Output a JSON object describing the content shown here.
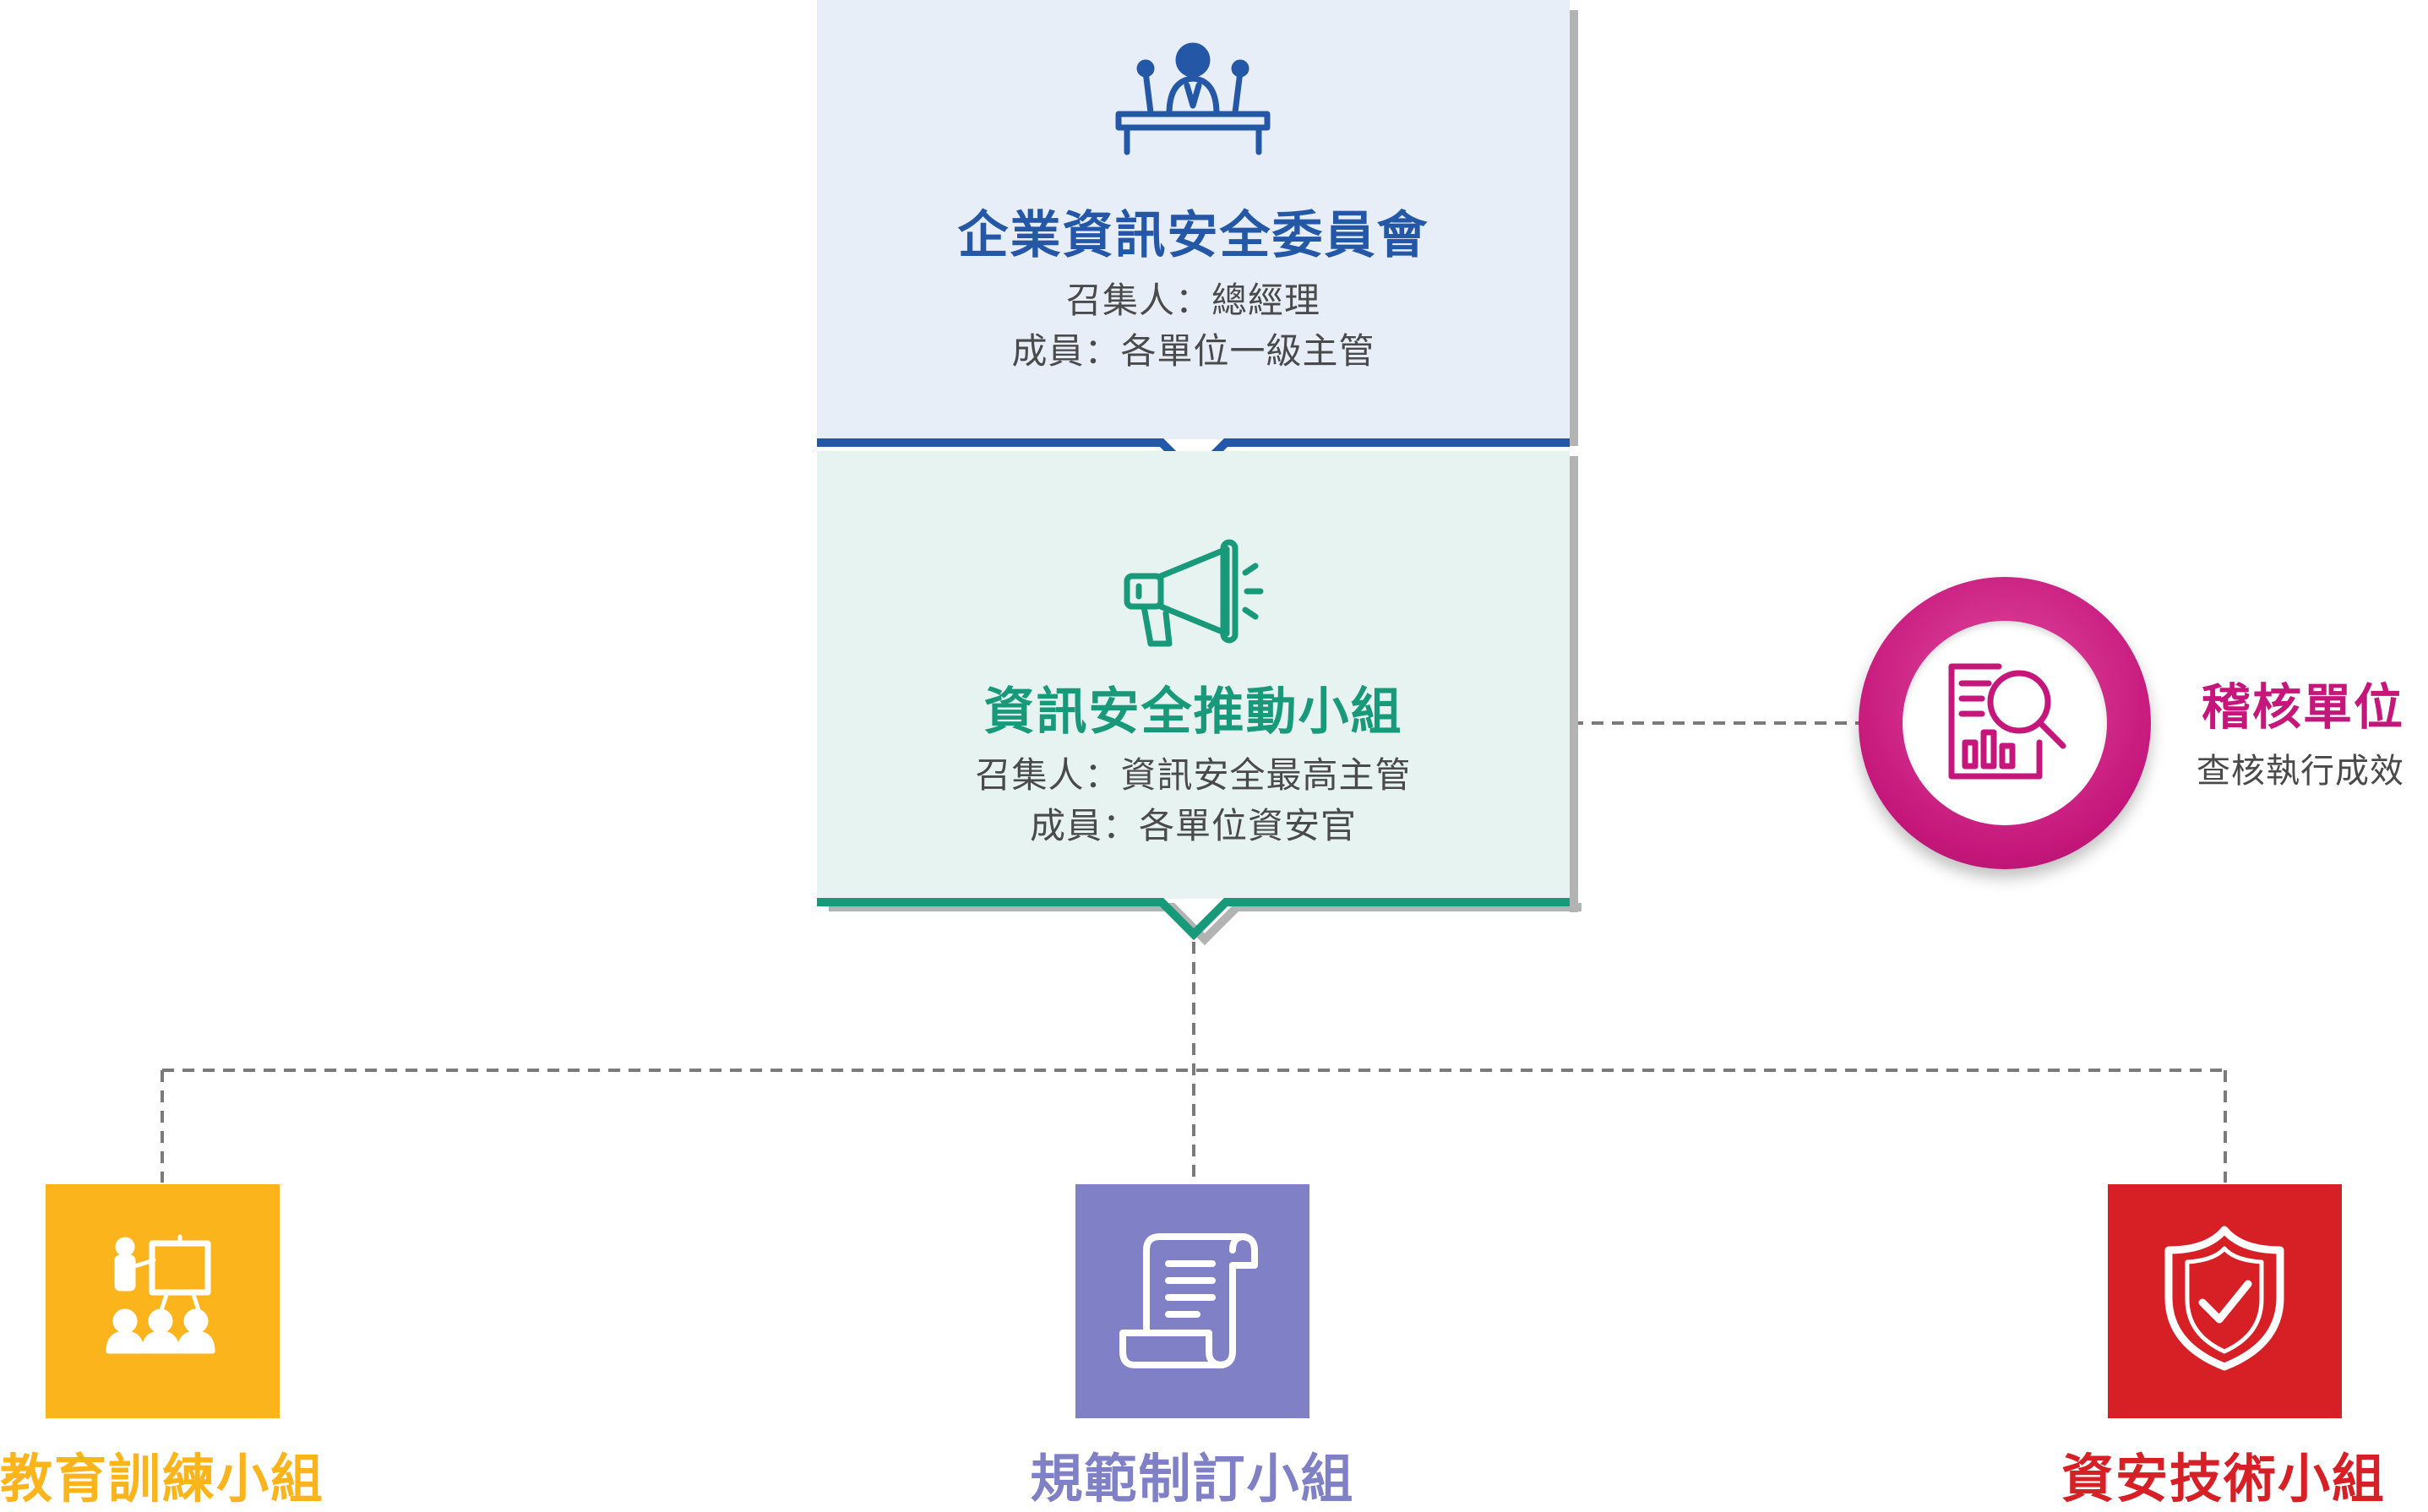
{
  "committee": {
    "title": "企業資訊安全委員會",
    "convener": "召集人：總經理",
    "members": "成員：各單位一級主管"
  },
  "promotion": {
    "title": "資訊安全推動小組",
    "convener": "召集人：資訊安全最高主管",
    "members": "成員：各單位資安官"
  },
  "audit": {
    "title": "稽核單位",
    "desc": "查核執行成效"
  },
  "groups": [
    {
      "label": "教育訓練小組",
      "color": "#fbb41c",
      "icon": "training-presentation-icon"
    },
    {
      "label": "規範制訂小組",
      "color": "#7f80c6",
      "icon": "document-scroll-icon"
    },
    {
      "label": "資安技術小組",
      "color": "#d71f26",
      "icon": "shield-check-icon"
    }
  ],
  "colors": {
    "committee_bg": "#e8eef8",
    "committee_accent": "#2457a6",
    "promotion_bg": "#e7f3f1",
    "promotion_accent": "#189a7a",
    "audit_accent": "#c5177b",
    "connector": "#7a7a7a"
  }
}
